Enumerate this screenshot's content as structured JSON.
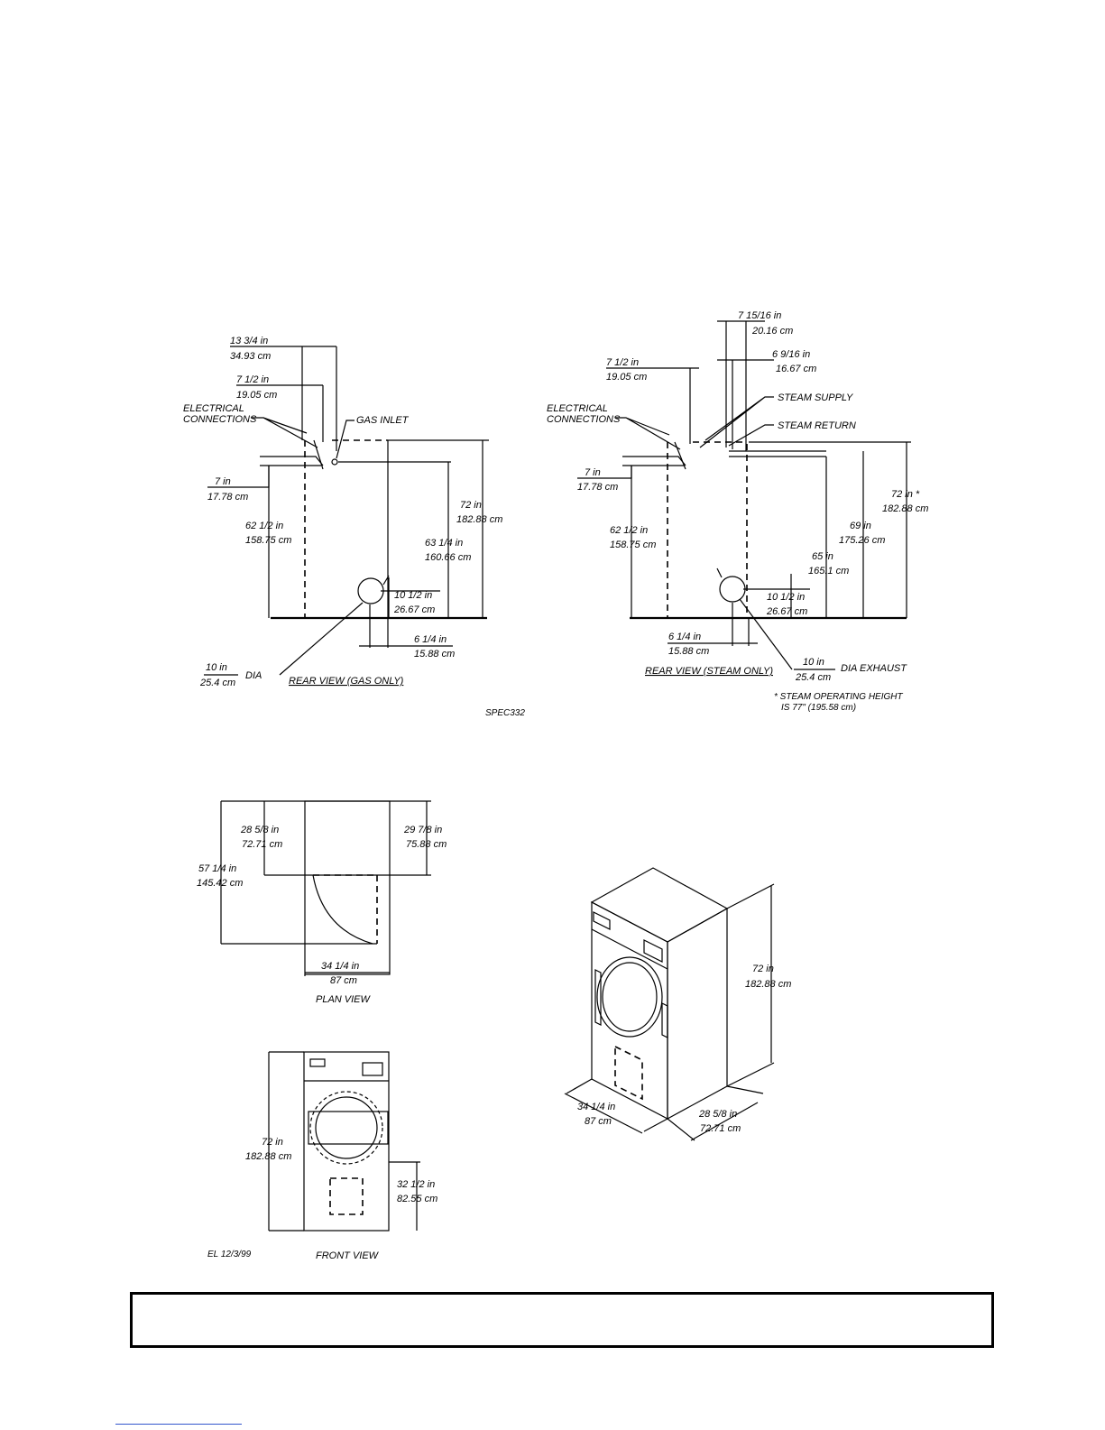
{
  "rear_gas": {
    "dim_13_3_4_in": "13 3/4 in",
    "dim_13_3_4_cm": "34.93 cm",
    "dim_7_1_2_in": "7 1/2 in",
    "dim_7_1_2_cm": "19.05 cm",
    "electrical_1": "ELECTRICAL",
    "electrical_2": "CONNECTIONS",
    "gas_inlet": "GAS INLET",
    "dim_7_in": "7 in",
    "dim_7_cm": "17.78 cm",
    "dim_62_in": "62 1/2 in",
    "dim_62_cm": "158.75 cm",
    "dim_72_in": "72 in",
    "dim_72_cm": "182.88 cm",
    "dim_63_in": "63 1/4 in",
    "dim_63_cm": "160.66 cm",
    "dim_10h_in": "10 1/2 in",
    "dim_10h_cm": "26.67 cm",
    "dim_6_in": "6 1/4 in",
    "dim_6_cm": "15.88 cm",
    "dim_dia_in": "10 in",
    "dim_dia_cm": "25.4 cm",
    "dia": "DIA",
    "caption": "REAR VIEW (GAS ONLY)",
    "spec": "SPEC332"
  },
  "rear_steam": {
    "dim_7_15_in": "7 15/16 in",
    "dim_7_15_cm": "20.16 cm",
    "dim_6_9_in": "6 9/16 in",
    "dim_6_9_cm": "16.67 cm",
    "dim_7_1_2_in": "7 1/2 in",
    "dim_7_1_2_cm": "19.05 cm",
    "steam_supply": "STEAM SUPPLY",
    "steam_return": "STEAM RETURN",
    "electrical_1": "ELECTRICAL",
    "electrical_2": "CONNECTIONS",
    "dim_7_in": "7 in",
    "dim_7_cm": "17.78 cm",
    "dim_62_in": "62 1/2 in",
    "dim_62_cm": "158.75 cm",
    "dim_72_in": "72 in *",
    "dim_72_cm": "182.88 cm",
    "dim_69_in": "69 in",
    "dim_69_cm": "175.26 cm",
    "dim_65_in": "65 in",
    "dim_65_cm": "165.1 cm",
    "dim_10h_in": "10 1/2 in",
    "dim_10h_cm": "26.67 cm",
    "dim_6_in": "6 1/4 in",
    "dim_6_cm": "15.88 cm",
    "dim_dia_in": "10 in",
    "dim_dia_cm": "25.4 cm",
    "dia_exhaust": "DIA EXHAUST",
    "caption": "REAR VIEW (STEAM ONLY)",
    "note_1": "* STEAM OPERATING HEIGHT",
    "note_2": "IS 77\" (195.58 cm)"
  },
  "plan": {
    "dim_28_in": "28 5/8 in",
    "dim_28_cm": "72.71 cm",
    "dim_29_in": "29 7/8 in",
    "dim_29_cm": "75.88 cm",
    "dim_57_in": "57 1/4 in",
    "dim_57_cm": "145.42 cm",
    "dim_34_in": "34 1/4 in",
    "dim_34_cm": "87 cm",
    "caption": "PLAN VIEW"
  },
  "front": {
    "dim_72_in": "72 in",
    "dim_72_cm": "182.88 cm",
    "dim_32_in": "32 1/2 in",
    "dim_32_cm": "82.55 cm",
    "caption": "FRONT VIEW",
    "el": "EL 12/3/99"
  },
  "iso": {
    "dim_72_in": "72 in",
    "dim_72_cm": "182.88 cm",
    "dim_34_in": "34 1/4 in",
    "dim_34_cm": "87 cm",
    "dim_28_in": "28 5/8 in",
    "dim_28_cm": "72.71 cm"
  }
}
